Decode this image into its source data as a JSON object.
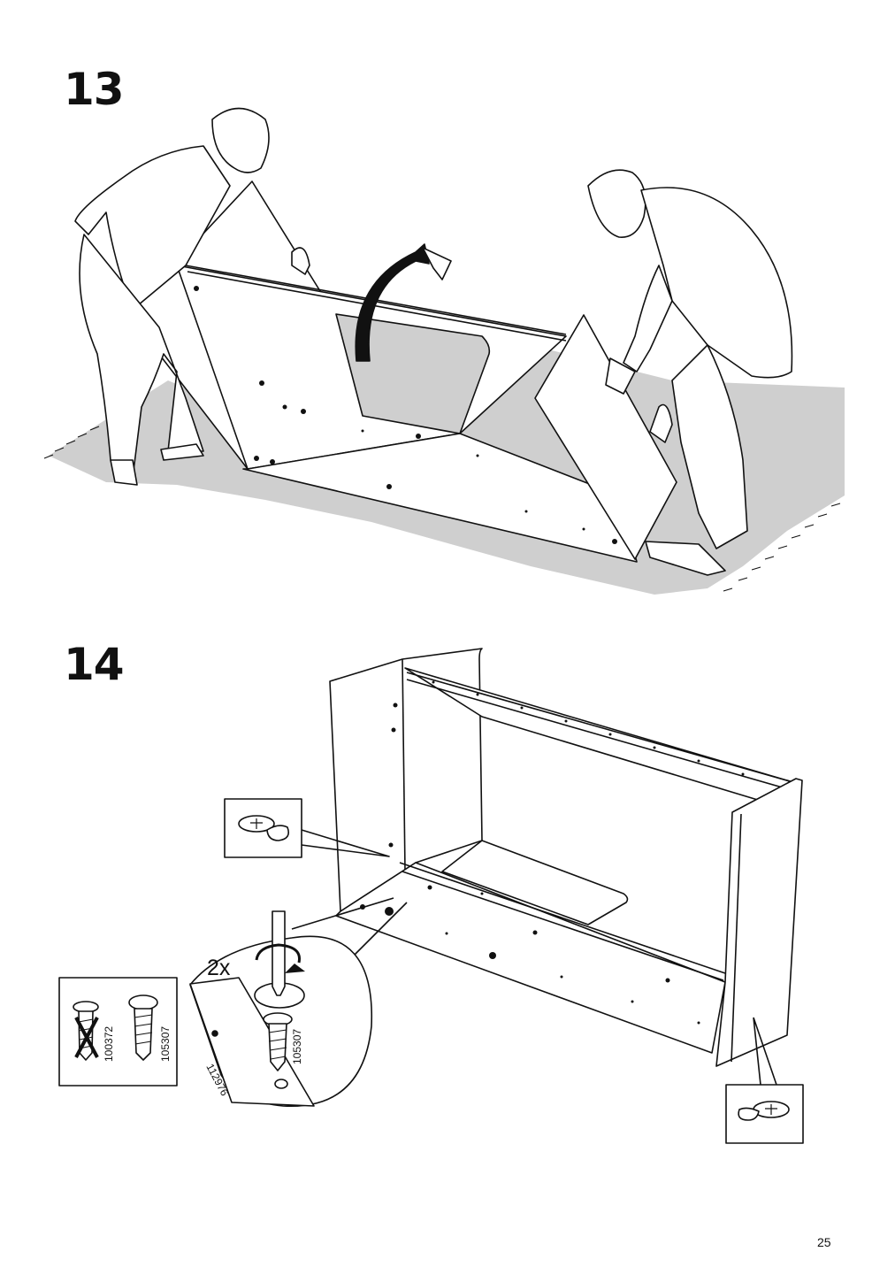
{
  "steps": [
    {
      "number": "13"
    },
    {
      "number": "14"
    }
  ],
  "step14": {
    "multiplier": "2x",
    "screw_ids": {
      "left": "100372",
      "right": "105307",
      "detail": "105307"
    },
    "part_id": "112976"
  },
  "page_number": "25",
  "colors": {
    "line": "#111111",
    "floor_shade": "#cfcfcf",
    "panel": "#ffffff"
  },
  "icons": [
    "person-left-icon",
    "person-right-icon",
    "rotate-arrow-icon",
    "screwdriver-icon",
    "screw-icon",
    "cam-lock-icon"
  ]
}
